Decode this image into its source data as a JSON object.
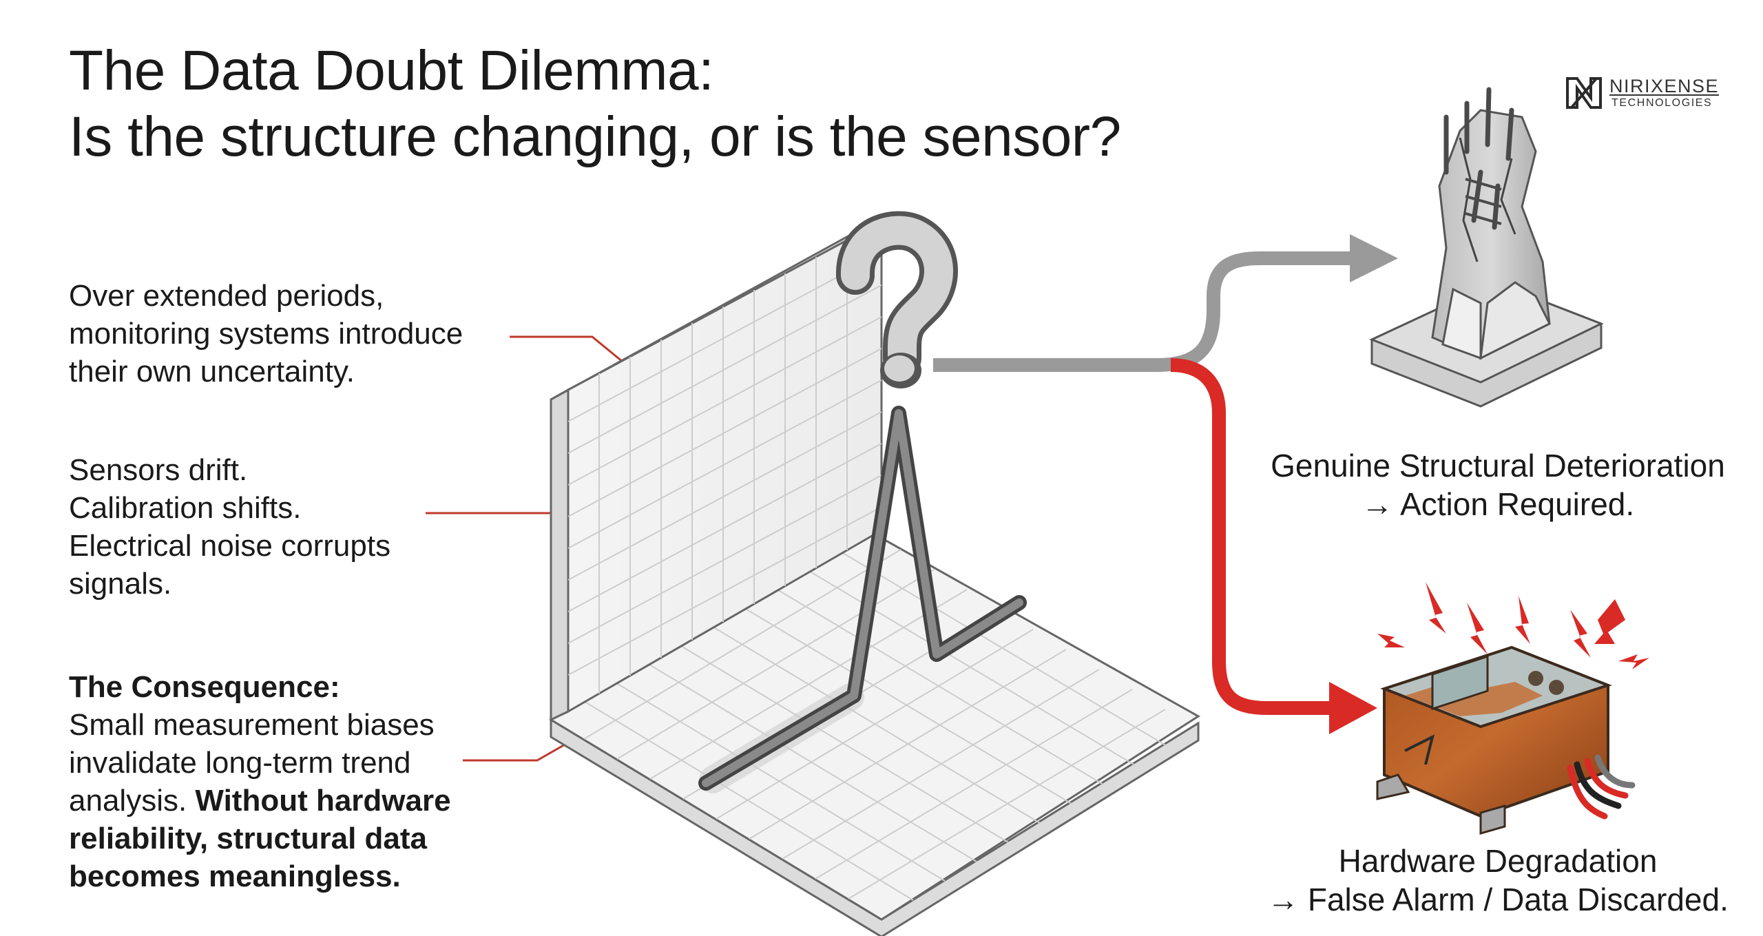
{
  "title": {
    "line1": "The Data Doubt Dilemma:",
    "line2": "Is the structure changing, or is the sensor?"
  },
  "logo": {
    "name": "NIRIXENSE",
    "subtitle": "TECHNOLOGIES",
    "icon": "nirixense-logo-mark"
  },
  "notes": {
    "uncertainty": {
      "lines": [
        "Over extended periods,",
        "monitoring systems introduce",
        "their own uncertainty."
      ]
    },
    "drift": {
      "lines": [
        "Sensors drift.",
        "Calibration shifts.",
        "Electrical noise corrupts",
        "signals."
      ]
    },
    "consequence": {
      "heading": "The Consequence:",
      "line1": "Small measurement biases",
      "line2": "invalidate long-term trend",
      "line3": "analysis.",
      "line3_bold": "Without hardware",
      "line4": "reliability, structural data",
      "line5": "becomes meaningless."
    }
  },
  "outcomes": {
    "structural": {
      "line1": "Genuine Structural Deterioration",
      "line2": "→ Action Required.",
      "icon": "cracked-concrete-column"
    },
    "hardware": {
      "line1": "Hardware Degradation",
      "line2": "→ False Alarm / Data Discarded.",
      "icon": "corroded-sensor-device"
    }
  },
  "colors": {
    "accent_red": "#d92a26",
    "arrow_gray": "#9a9a9a",
    "leader_red": "#c0392b",
    "panel_gray": "#eeeeee"
  }
}
